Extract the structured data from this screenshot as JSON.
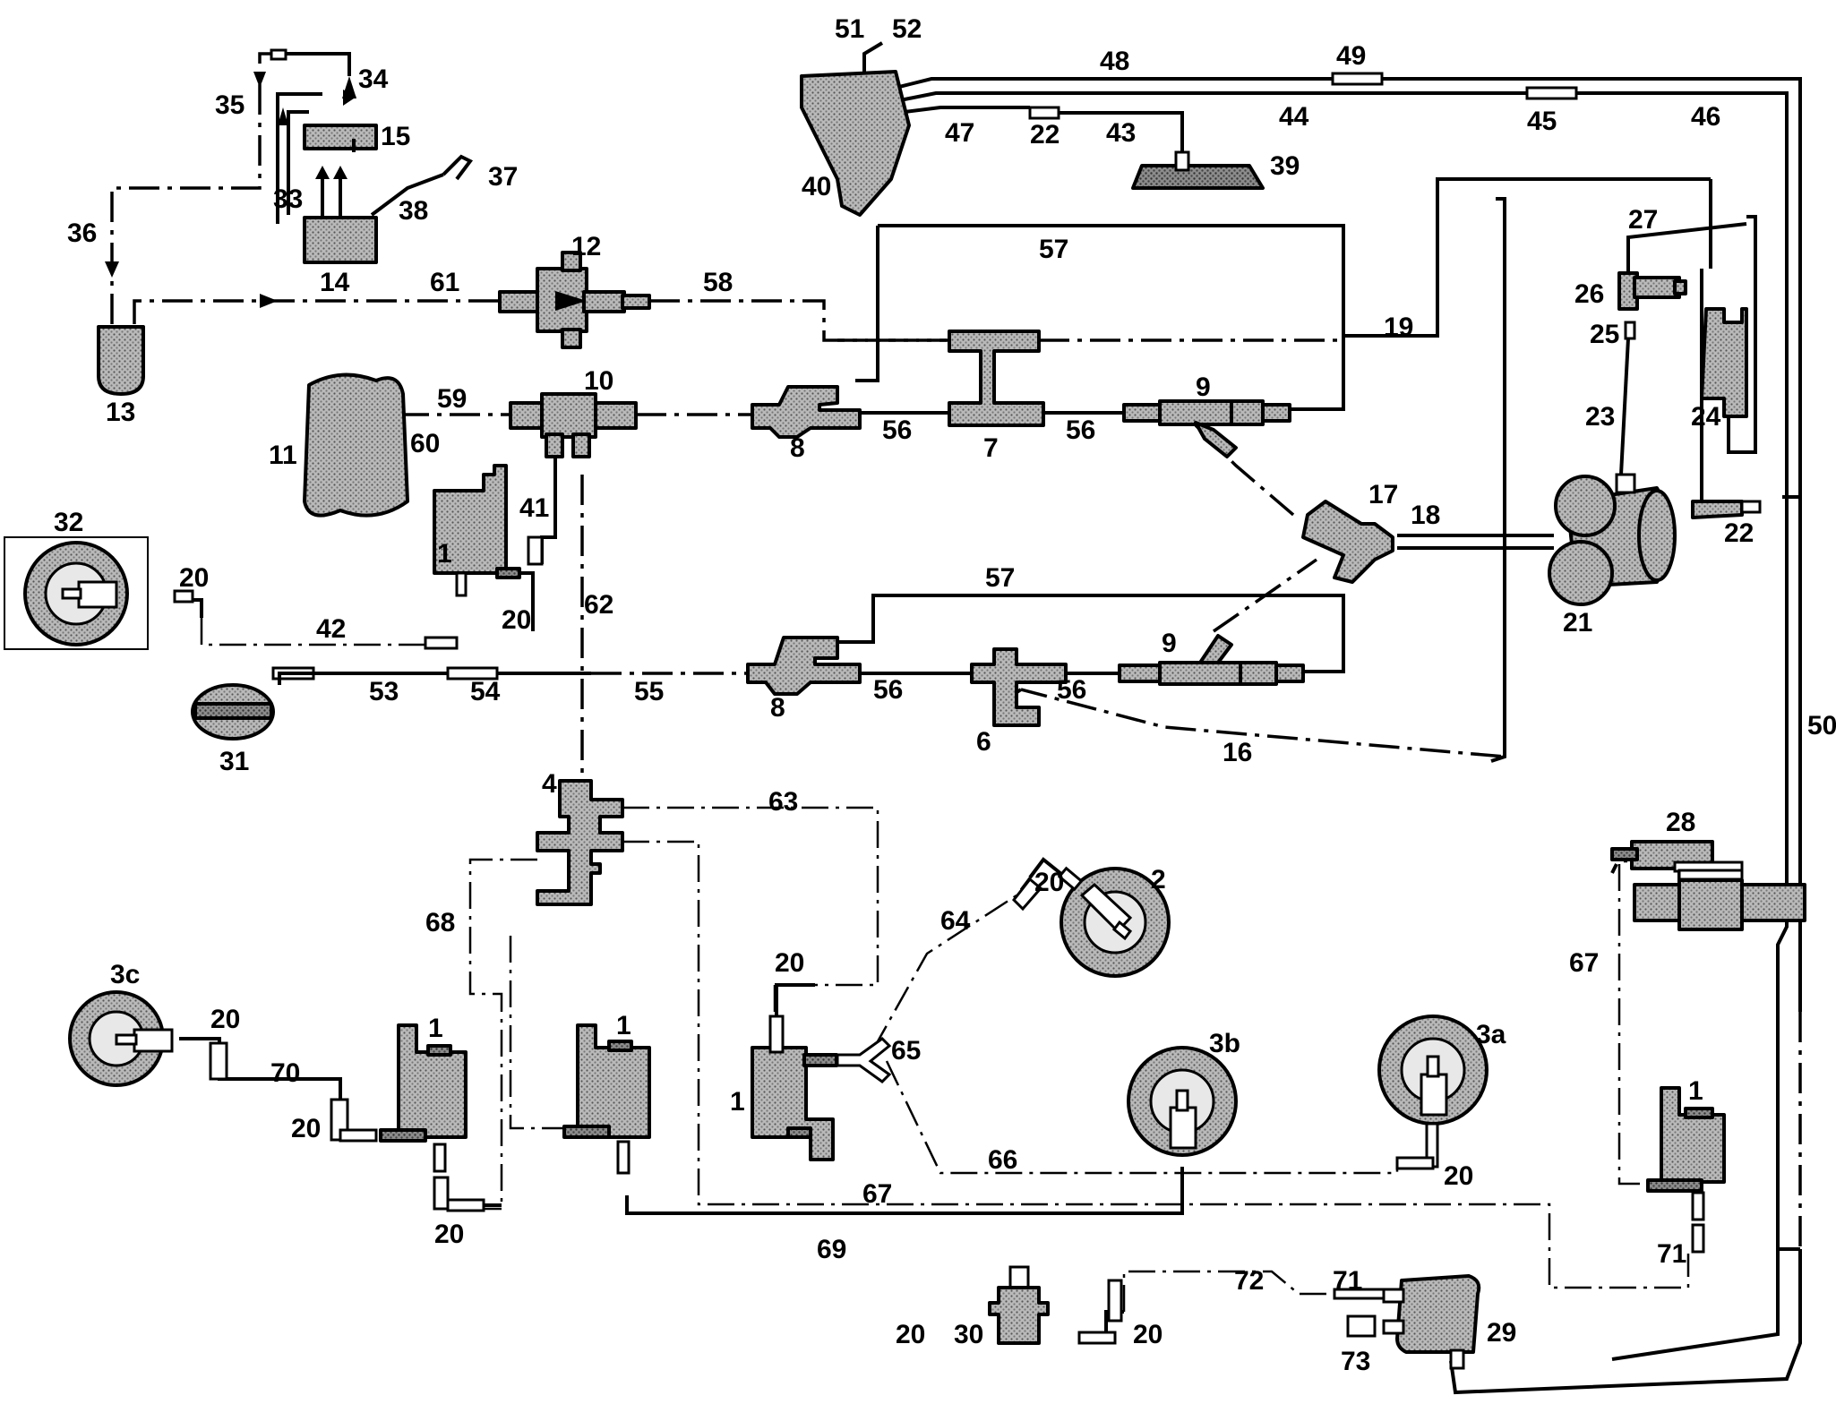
{
  "labels": {
    "l1a": "1",
    "l1b": "1",
    "l1c": "1",
    "l1d": "1",
    "l1e": "1",
    "l2": "2",
    "l3a": "3a",
    "l3b": "3b",
    "l3c": "3c",
    "l4": "4",
    "l6": "6",
    "l7": "7",
    "l8a": "8",
    "l8b": "8",
    "l9a": "9",
    "l9b": "9",
    "l10": "10",
    "l11": "11",
    "l12": "12",
    "l13": "13",
    "l14": "14",
    "l15": "15",
    "l16": "16",
    "l17": "17",
    "l18": "18",
    "l19": "19",
    "l20a": "20",
    "l20b": "20",
    "l20c": "20",
    "l20d": "20",
    "l20e": "20",
    "l20f": "20",
    "l20g": "20",
    "l20h": "20",
    "l20i": "20",
    "l20j": "20",
    "l21": "21",
    "l22a": "22",
    "l22b": "22",
    "l23": "23",
    "l24": "24",
    "l25": "25",
    "l26": "26",
    "l27": "27",
    "l28": "28",
    "l29": "29",
    "l30": "30",
    "l31": "31",
    "l32": "32",
    "l33": "33",
    "l34": "34",
    "l35": "35",
    "l36": "36",
    "l37": "37",
    "l38": "38",
    "l39": "39",
    "l40": "40",
    "l41": "41",
    "l42": "42",
    "l43": "43",
    "l44": "44",
    "l45": "45",
    "l46": "46",
    "l47": "47",
    "l48": "48",
    "l49": "49",
    "l50": "50",
    "l51": "51",
    "l52": "52",
    "l53": "53",
    "l54": "54",
    "l55": "55",
    "l56a": "56",
    "l56b": "56",
    "l56c": "56",
    "l56d": "56",
    "l57a": "57",
    "l57b": "57",
    "l58": "58",
    "l59": "59",
    "l60": "60",
    "l61": "61",
    "l62": "62",
    "l63": "63",
    "l64": "64",
    "l65": "65",
    "l66": "66",
    "l67a": "67",
    "l67b": "67",
    "l68": "68",
    "l69": "69",
    "l70": "70",
    "l71a": "71",
    "l71b": "71",
    "l72": "72",
    "l73": "73"
  }
}
